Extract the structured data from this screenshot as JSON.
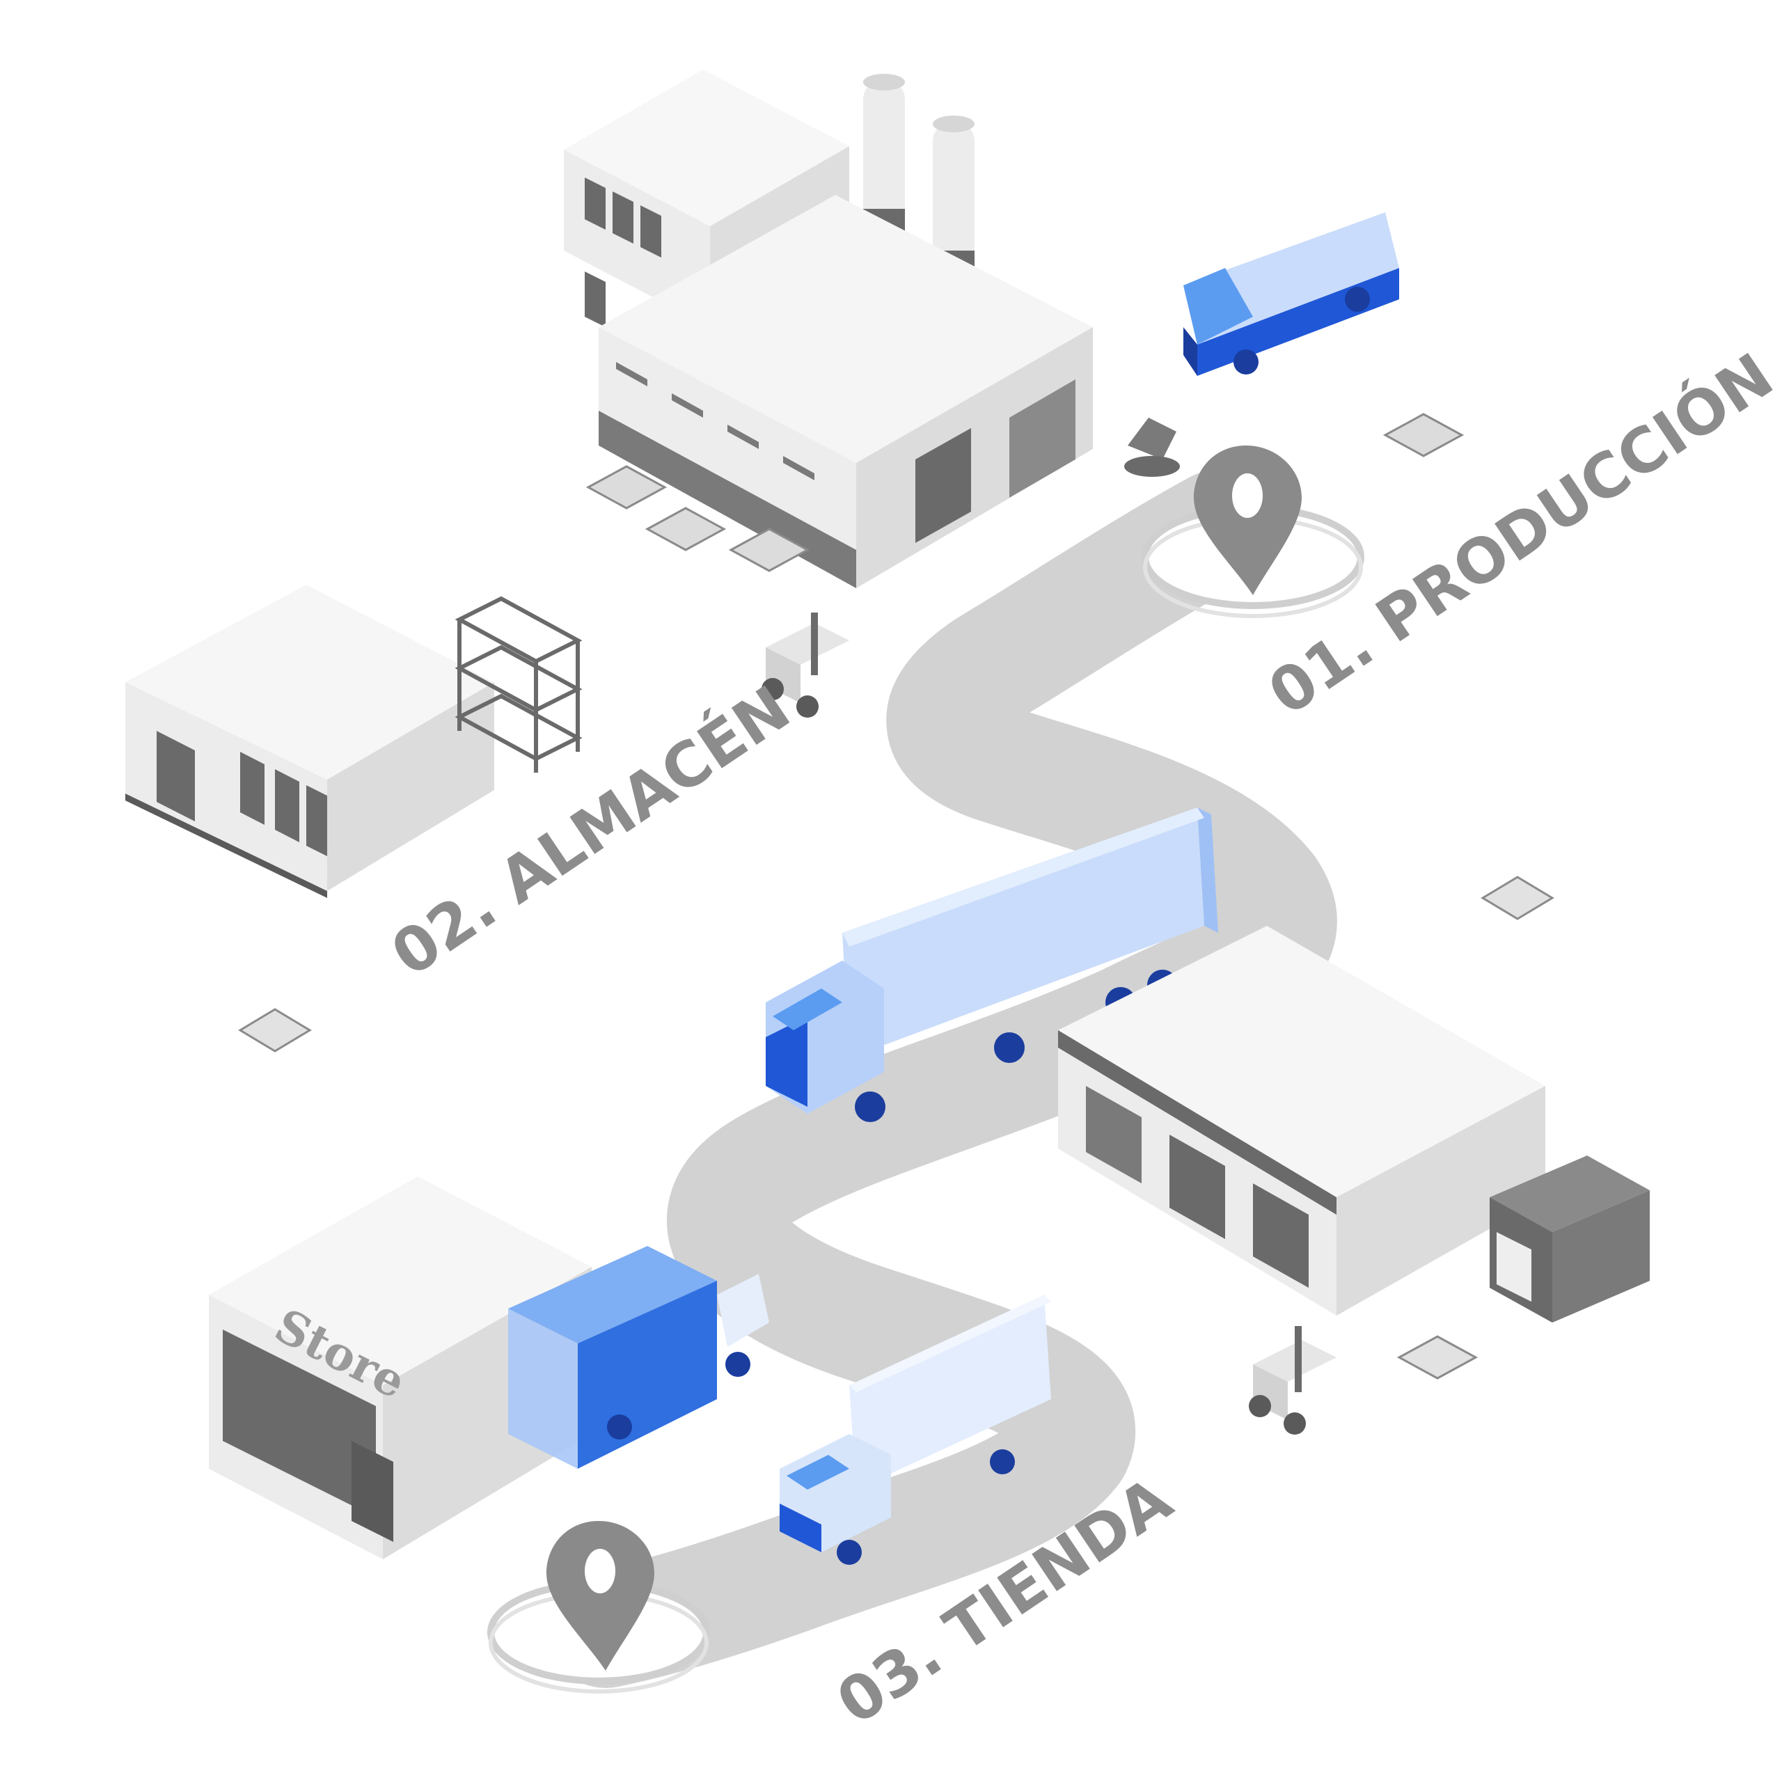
{
  "stages": [
    {
      "id": "produccion",
      "label": "01. PRODUCCIÓN"
    },
    {
      "id": "almacen",
      "label": "02. ALMACÉN"
    },
    {
      "id": "tienda",
      "label": "03. TIENDA"
    }
  ],
  "store_sign": "Store",
  "colors": {
    "road": "#cfcfcf",
    "building_top": "#f4f4f4",
    "building_side": "#e6e6e6",
    "building_dark": "#7d7d7d",
    "accent_blue": "#1f57d6",
    "light_blue": "#c9dcfb",
    "label": "#8c8c8c",
    "pin": "#8a8a8a"
  }
}
